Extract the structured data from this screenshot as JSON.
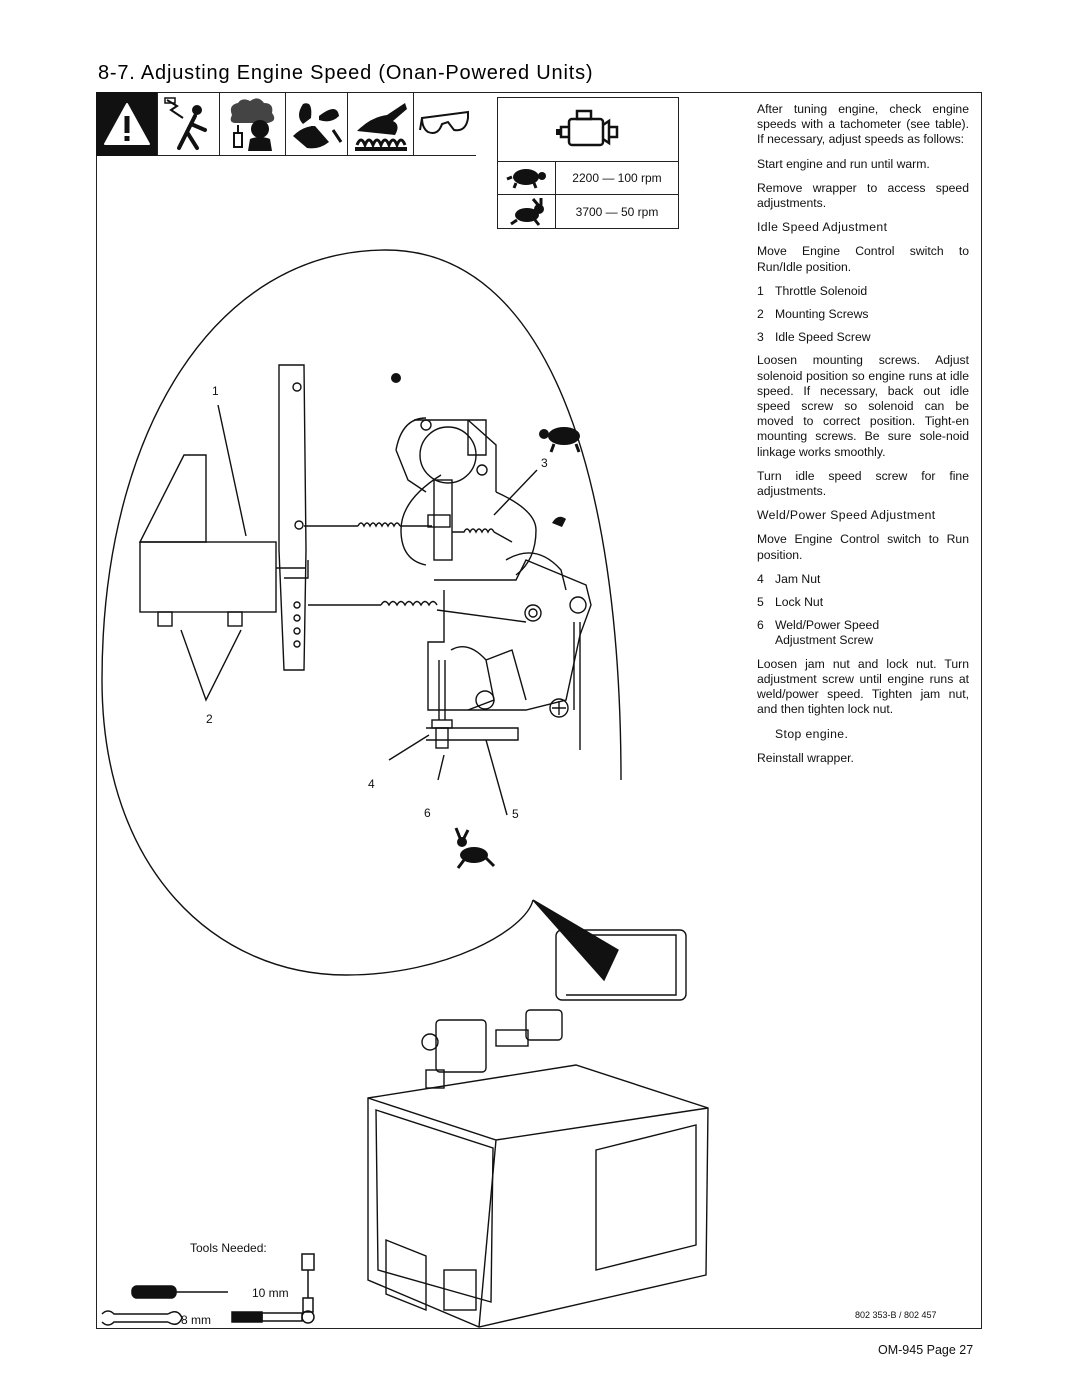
{
  "title": "8-7.   Adjusting Engine Speed (Onan-Powered Units)",
  "safety_icons": [
    "warning-triangle-icon",
    "electric-shock-icon",
    "fumes-icon",
    "moving-parts-icon",
    "hot-parts-icon",
    "safety-glasses-icon"
  ],
  "speed_table": {
    "header_icon": "engine-icon",
    "rows": [
      {
        "icon": "turtle-icon",
        "value": "2200 — 100 rpm"
      },
      {
        "icon": "rabbit-icon",
        "value": "3700 — 50 rpm"
      }
    ]
  },
  "instructions": {
    "intro": "After tuning engine, check engine speeds with a tachometer (see table). If necessary, adjust speeds as follows:",
    "start": "Start engine and run until warm.",
    "remove": "Remove wrapper to access speed adjustments.",
    "idle_heading": "Idle Speed Adjustment",
    "idle_switch": "Move Engine Control switch to Run/Idle position.",
    "idle_parts": [
      {
        "n": "1",
        "label": "Throttle Solenoid"
      },
      {
        "n": "2",
        "label": "Mounting Screws"
      },
      {
        "n": "3",
        "label": "Idle Speed Screw"
      }
    ],
    "idle_loosen": "Loosen mounting screws. Adjust solenoid position so engine runs at idle speed. If necessary, back out idle speed screw so solenoid can be moved to correct position. Tight-en mounting screws. Be sure sole-noid linkage works smoothly.",
    "idle_turn": "Turn idle speed screw for fine adjustments.",
    "weld_heading": "Weld/Power Speed Adjustment",
    "weld_switch": "Move Engine Control switch to Run position.",
    "weld_parts": [
      {
        "n": "4",
        "label": "Jam Nut"
      },
      {
        "n": "5",
        "label": "Lock Nut"
      },
      {
        "n": "6",
        "label": "Weld/Power Speed",
        "label2": "Adjustment Screw"
      }
    ],
    "weld_loosen": "Loosen jam nut and lock nut. Turn adjustment screw until engine runs at weld/power speed. Tighten jam nut, and then tighten lock nut.",
    "stop": "Stop engine.",
    "reinstall": "Reinstall wrapper."
  },
  "callouts": [
    "1",
    "2",
    "3",
    "4",
    "5",
    "6"
  ],
  "tools": {
    "label": "Tools Needed:",
    "socket_size": "10 mm",
    "wrench_size": "8 mm"
  },
  "figure_code": "802 353-B / 802 457",
  "page_number": "OM-945 Page 27"
}
